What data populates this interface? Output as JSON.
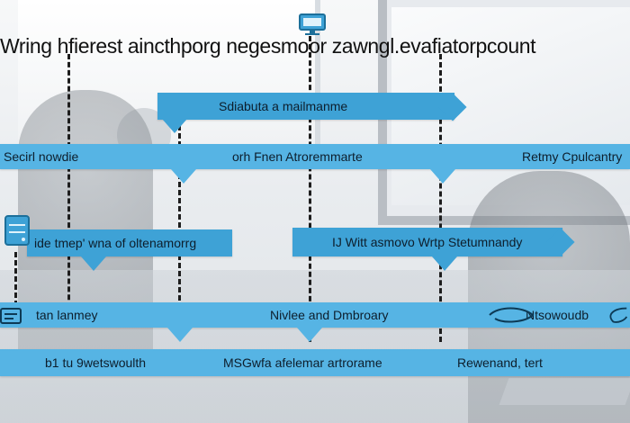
{
  "title": "Wring hfierest aincthporg negesmoor zawngl.evafiatorpcount",
  "boxes": {
    "center_top": "Sdiabuta a mailmanme",
    "row1_left": "Secirl nowdie",
    "row1_center": "orh Fnen Atroremmarte",
    "row1_right": "Retmy Cpulcantry",
    "row2_left": "ide tmep' wna of oltenamorrg",
    "row2_right": "IJ Witt asmovo Wrtp Stetumnandy",
    "row3_left": "tan lanmey",
    "row3_center": "Nivlee and Dmbroary",
    "row3_right": "Ntsowoudb",
    "row4_left": "b1 tu 9wetswoulth",
    "row4_center": "MSGwfa afelemar artrorame",
    "row4_right": "Rewenand, tert"
  },
  "icons": {
    "top": "monitor-icon",
    "left_mid": "server-icon",
    "left_low": "keyboard-icon",
    "right_low": "swirl-icon"
  },
  "colors": {
    "band": "#3ea2d6",
    "band_light": "#56b4e4",
    "connector": "#1d1d1d"
  }
}
